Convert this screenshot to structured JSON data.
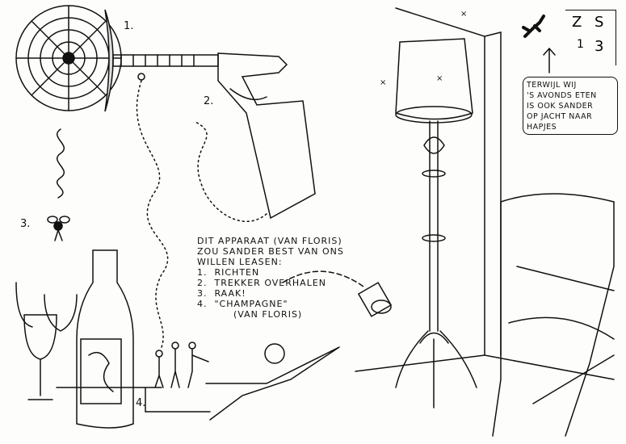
{
  "labels": {
    "one": "1.",
    "two": "2.",
    "three": "3.",
    "four": "4."
  },
  "note": {
    "lines": [
      "DIT APPARAAT (VAN FLORIS)",
      "ZOU SANDER BEST VAN ONS",
      "WILLEN LEASEN:",
      "1.  RICHTEN",
      "2.  TREKKER OVERHALEN",
      "3.  RAAK!",
      "4.  \"CHAMPAGNE\"",
      "          (VAN FLORIS)"
    ]
  },
  "bubble": {
    "text": "TERWIJL WIJ\n'S AVONDS ETEN\nIS OOK SANDER\nOP JACHT NAAR\nHAPJES"
  },
  "monogram": {
    "z": "Z",
    "s": "S",
    "one": "1",
    "three": "3"
  },
  "colors": {
    "ink": "#111111",
    "paper": "#fdfdfb"
  }
}
